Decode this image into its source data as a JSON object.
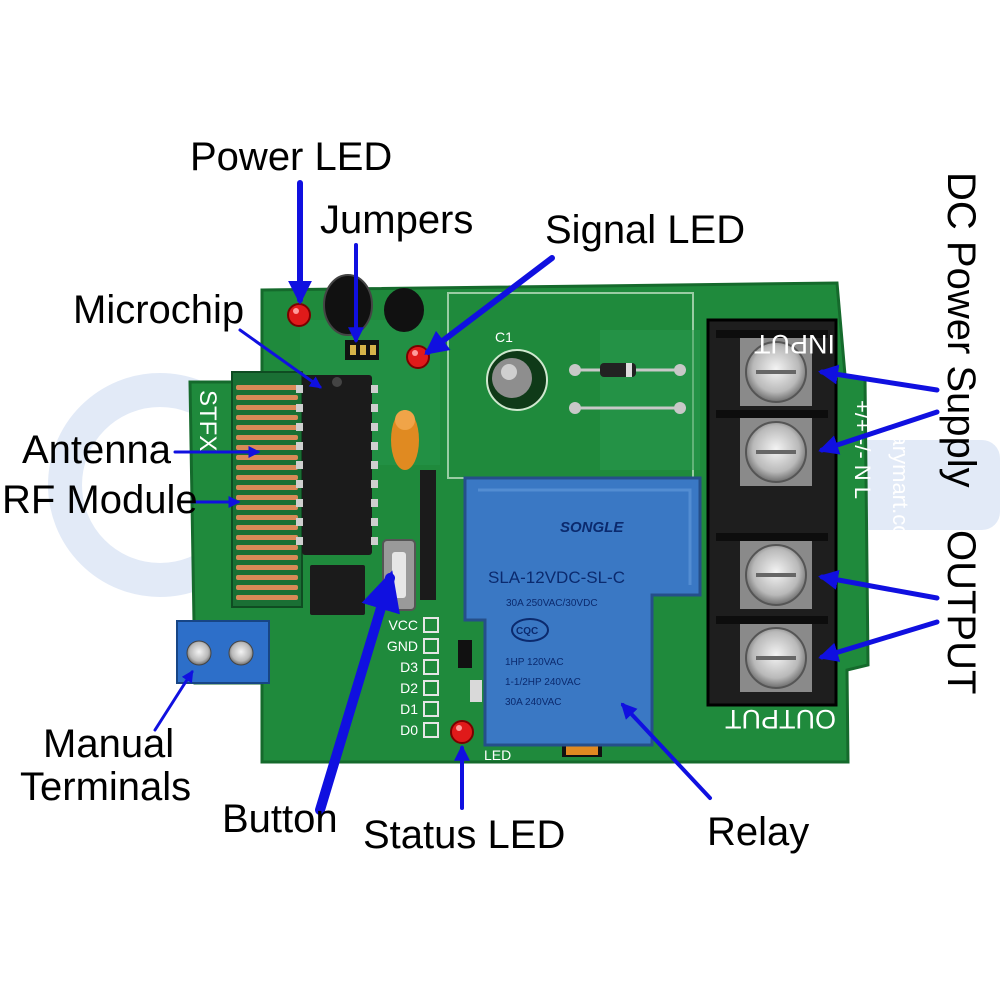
{
  "labels": {
    "power_led": "Power LED",
    "jumpers": "Jumpers",
    "signal_led": "Signal LED",
    "microchip": "Microchip",
    "antenna": "Antenna",
    "rf_module": "RF Module",
    "dc_power_supply": "DC Power Supply",
    "output": "OUTPUT",
    "manual_terminals_line1": "Manual",
    "manual_terminals_line2": "Terminals",
    "button": "Button",
    "status_led": "Status LED",
    "relay": "Relay"
  },
  "board": {
    "input_text": "INPUT",
    "output_text": "OUTPUT",
    "website": "www.carymart.com",
    "model_text": "STFX",
    "terminal_marks": "+/+  -/-  N  L",
    "relay_brand": "SONGLE",
    "relay_model": "SLA-12VDC-SL-C",
    "relay_spec1": "30A 250VAC/30VDC",
    "relay_spec2": "1HP 120VAC",
    "relay_spec3": "1-1/2HP 240VAC",
    "relay_spec4": "30A 240VAC",
    "relay_cert": "CQC",
    "pins": [
      "VCC",
      "GND",
      "D3",
      "D2",
      "D1",
      "D0"
    ],
    "led_text": "LED",
    "cap_text": "C1"
  },
  "colors": {
    "pcb": "#1f8a3c",
    "relay": "#3a78c4",
    "arrow": "#1010e0",
    "terminal": "#222222"
  }
}
